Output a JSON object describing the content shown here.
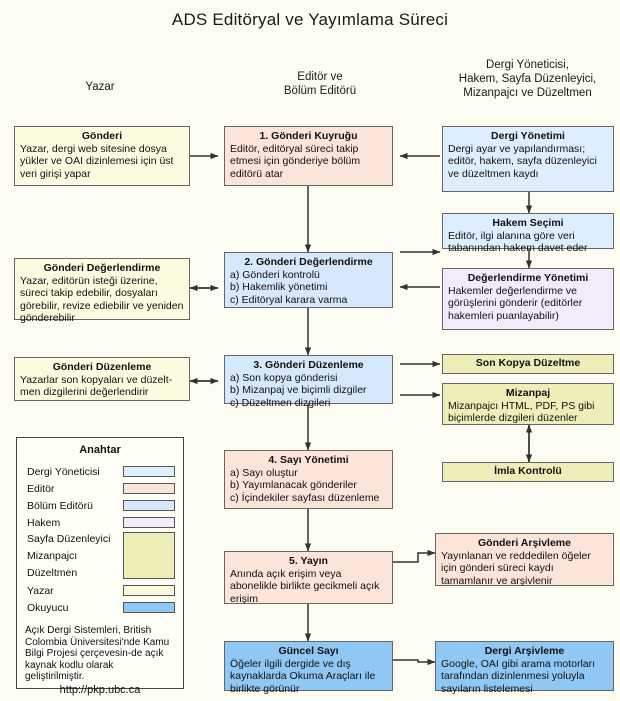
{
  "title": "ADS Editöryal ve Yayımlama Süreci",
  "column_headers": [
    {
      "name": "author-column-header",
      "text": "Yazar"
    },
    {
      "name": "editor-column-header",
      "text": "Editör ve\nBölüm Editörü"
    },
    {
      "name": "staff-column-header",
      "text": "Dergi Yöneticisi,\nHakem, Sayfa Düzenleyici,\nMizanpajcı ve Düzeltmen"
    }
  ],
  "nodes": {
    "gonderi": {
      "heading": "Gönderi",
      "body": "Yazar, dergi web sitesine dosya yükler ve OAI dizinlemesi için üst veri girişi yapar"
    },
    "gonderi_kuyrugu": {
      "heading": "1. Gönderi Kuyruğu",
      "body": "Editör, editöryal süreci takip etmesi için gönderiye bölüm editörü atar"
    },
    "dergi_yonetimi": {
      "heading": "Dergi Yönetimi",
      "body": "Dergi ayar ve yapılandırması; editör, hakem, sayfa düzenleyici ve düzeltmen kaydı"
    },
    "hakem_secimi": {
      "heading": "Hakem Seçimi",
      "body": "Editör, ilgi alanına göre veri tabanından hakem davet eder"
    },
    "gonderi_degerlendirme_yazar": {
      "heading": "Gönderi Değerlendirme",
      "body": "Yazar, editörün isteği üzerine, süreci takip edebilir, dosyaları görebilir, revize ediebilir ve yeniden gönderebilir"
    },
    "gonderi_degerlendirme": {
      "heading": "2. Gönderi Değerlendirme",
      "body": "a) Gönderi kontrolü\nb) Hakemlik yönetimi\nc) Editöryal karara varma"
    },
    "degerlendirme_yonetimi": {
      "heading": "Değerlendirme Yönetimi",
      "body": "Hakemler değerlendirme ve görüşlerini gönderir (editörler hakemleri puanlayabilir)"
    },
    "gonderi_duzenleme_yazar": {
      "heading": "Gönderi Düzenleme",
      "body": "Yazarlar son kopyaları ve düzelt-men dizgilerini değerlendirir"
    },
    "gonderi_duzenleme": {
      "heading": "3. Gönderi Düzenleme",
      "body": "a) Son kopya gönderisi\nb) Mizanpaj ve biçimli dizgiler\nc) Düzeltmen dizgileri"
    },
    "son_kopya_duzeltme": {
      "heading": "Son Kopya Düzeltme",
      "body": ""
    },
    "mizanpaj": {
      "heading": "Mizanpaj",
      "body": "Mizanpajcı HTML, PDF, PS gibi biçimlerde dizgileri düzenler"
    },
    "imla_kontrolu": {
      "heading": "İmla Kontrolü",
      "body": ""
    },
    "sayi_yonetimi": {
      "heading": "4. Sayı Yönetimi",
      "body": "a) Sayı oluştur\nb) Yayımlanacak gönderiler\nc) İçindekiler sayfası düzenleme"
    },
    "yayin": {
      "heading": "5. Yayın",
      "body": "Anında açık erişim veya abonelikle birlikte gecikmeli açık erişim"
    },
    "gonderi_arsivleme": {
      "heading": "Gönderi Arşivleme",
      "body": "Yayınlanan ve reddedilen öğeler için gönderi süreci kaydı tamamlanır ve arşivlenir"
    },
    "guncel_sayi": {
      "heading": "Güncel Sayı",
      "body": "Öğeler  ilgili dergide ve dış kaynaklarda  Okuma Araçları ile birlikte  görünür"
    },
    "dergi_arsivleme": {
      "heading": "Dergi Arşivleme",
      "body": "Google, OAI gibi arama motorları tarafından  dizinlenmesi yoluyla sayıların  listelemesi"
    }
  },
  "legend": {
    "title": "Anahtar",
    "rows": [
      {
        "label": "Dergi Yöneticisi",
        "color": "#ddeeff"
      },
      {
        "label": "Editör",
        "color": "#fbe4d8"
      },
      {
        "label": "Bölüm Editörü",
        "color": "#d6e8fb"
      },
      {
        "label": "Hakem",
        "color": "#f3eafb"
      }
    ],
    "group": {
      "labels": [
        "Sayfa Düzenleyici",
        "Mizanpajcı",
        "Düzeltmen"
      ],
      "color": "#eeeeb8"
    },
    "rows2": [
      {
        "label": "Yazar",
        "color": "#fcfadf"
      },
      {
        "label": "Okuyucu",
        "color": "#8fc7f5"
      }
    ],
    "credit": "Açık Dergi Sistemleri, British Colombia Üniversitesi'nde Kamu Bilgi Projesi çerçevesin-de açık kaynak kodlu olarak geliştirilmiştir.",
    "credit_url": "http://pkp.ubc.ca"
  },
  "colors": {
    "background": "#fdfcf2",
    "border": "#666666",
    "arrow": "#333333"
  }
}
